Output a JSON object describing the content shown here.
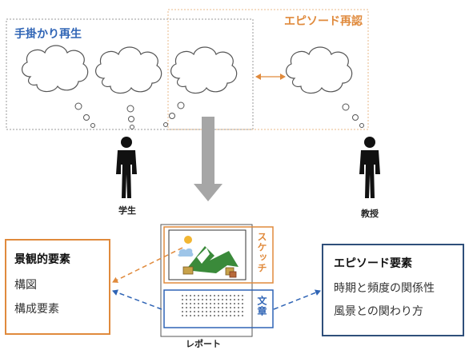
{
  "top": {
    "recall_title": "手掛かり再生",
    "recognition_title": "エピソード再認"
  },
  "people": {
    "student": "学生",
    "professor": "教授"
  },
  "report": {
    "label": "レポート",
    "sketch_label": "スケッチ",
    "text_label": "文章"
  },
  "left_box": {
    "title": "景観的要素",
    "items": [
      "構図",
      "構成要素"
    ]
  },
  "right_box": {
    "title": "エピソード要素",
    "items": [
      "時期と頻度の関係性",
      "風景との関わり方"
    ]
  },
  "colors": {
    "blue": "#2f64b5",
    "orange": "#e08a3c",
    "gray_arrow": "#a6a6a6",
    "black": "#111111"
  }
}
